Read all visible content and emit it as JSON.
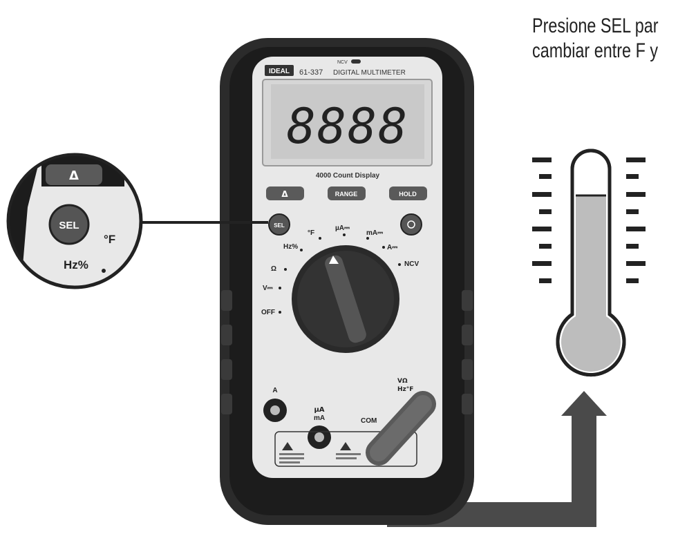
{
  "caption": {
    "line1": "Presione SEL par",
    "line2": "cambiar entre F y"
  },
  "meter": {
    "brand": "IDEAL",
    "model": "61-337",
    "title": "DIGITAL MULTIMETER",
    "ncv_badge": "NCV",
    "display_digits": "8888",
    "display_caption": "4000 Count Display",
    "buttons": {
      "delta": "Δ",
      "range": "RANGE",
      "hold": "HOLD",
      "sel": "SEL"
    },
    "dial": {
      "hz": "Hz%",
      "temp": "°F",
      "ua": "µA⎓",
      "ma": "mA⎓",
      "a": "A⎓",
      "ncv": "NCV",
      "diode": "Ω",
      "v": "V⎓",
      "off": "OFF"
    },
    "jacks": {
      "a": "A",
      "ua_ma_line1": "µA",
      "ua_ma_line2": "mA",
      "com": "COM",
      "v_line1": "VΩ",
      "v_line2": "Hz°F"
    }
  },
  "zoom": {
    "delta": "Δ",
    "sel": "SEL",
    "temp": "°F",
    "hz": "Hz%"
  },
  "colors": {
    "body": "#2b2b2b",
    "face": "#e8e8e8",
    "lcd": "#c9c9c9",
    "arrow": "#4a4a4a",
    "thermo_fill": "#bdbdbd",
    "probe": "#5a5a5a"
  }
}
